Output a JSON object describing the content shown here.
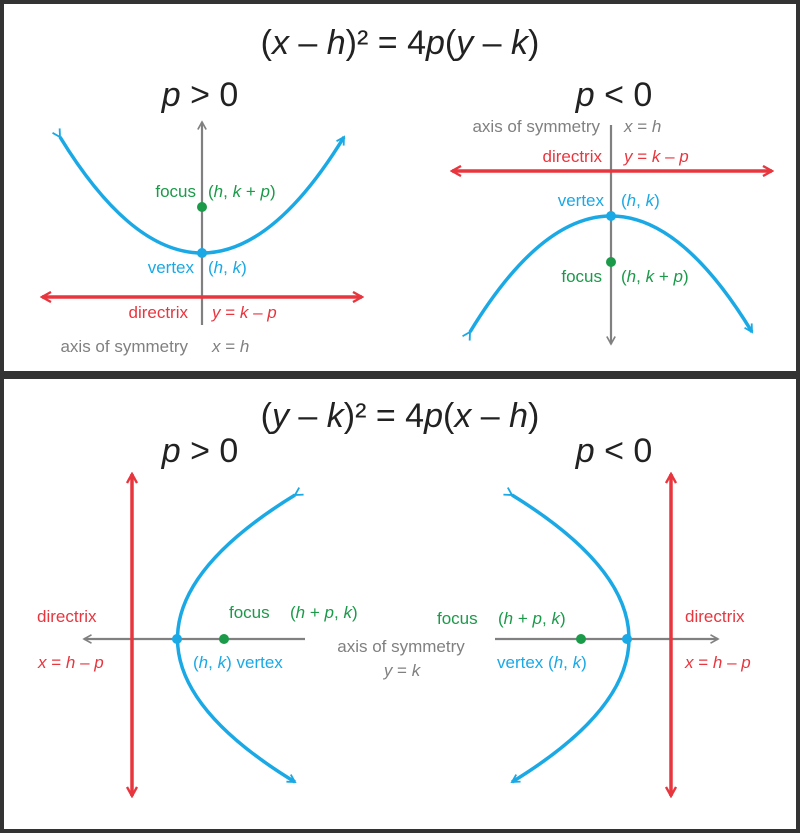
{
  "colors": {
    "parabola": "#1aa9e5",
    "directrix": "#e8363f",
    "axis": "#808080",
    "focus": "#1b9a4a",
    "frame": "#333333",
    "text": "#222222"
  },
  "top": {
    "equation": {
      "a": "(",
      "b": "x",
      "c": " – ",
      "d": "h",
      "e": ")² = 4",
      "f": "p",
      "g": "(",
      "h": "y",
      "i": " – ",
      "j": "k",
      "k": ")"
    },
    "left": {
      "case": {
        "var": "p",
        "rel": " > 0"
      },
      "focus_label": "focus",
      "focus_coord": {
        "a": "(",
        "b": "h",
        "c": ", ",
        "d": "k",
        "e": " + ",
        "f": "p",
        "g": ")"
      },
      "vertex_label": "vertex",
      "vertex_coord": {
        "a": "(",
        "b": "h",
        "c": ", ",
        "d": "k",
        "e": ")"
      },
      "directrix_label": "directrix",
      "directrix_eq": {
        "a": "y",
        "b": " = ",
        "c": "k",
        "d": " – ",
        "e": "p"
      },
      "axis_label": "axis of symmetry",
      "axis_eq": {
        "a": "x",
        "b": " = ",
        "c": "h"
      }
    },
    "right": {
      "case": {
        "var": "p",
        "rel": " < 0"
      },
      "axis_label": "axis of symmetry",
      "axis_eq": {
        "a": "x",
        "b": " = ",
        "c": "h"
      },
      "directrix_label": "directrix",
      "directrix_eq": {
        "a": "y",
        "b": " = ",
        "c": "k",
        "d": " – ",
        "e": "p"
      },
      "vertex_label": "vertex",
      "vertex_coord": {
        "a": "(",
        "b": "h",
        "c": ", ",
        "d": "k",
        "e": ")"
      },
      "focus_label": "focus",
      "focus_coord": {
        "a": "(",
        "b": "h",
        "c": ", ",
        "d": "k",
        "e": " + ",
        "f": "p",
        "g": ")"
      }
    }
  },
  "bottom": {
    "equation": {
      "a": "(",
      "b": "y",
      "c": " – ",
      "d": "k",
      "e": ")² = 4",
      "f": "p",
      "g": "(",
      "h": "x",
      "i": " – ",
      "j": "h",
      "k": ")"
    },
    "left": {
      "case": {
        "var": "p",
        "rel": " > 0"
      },
      "directrix_label": "directrix",
      "directrix_eq": {
        "a": "x",
        "b": " = ",
        "c": "h",
        "d": " – ",
        "e": "p"
      },
      "focus_label": "focus",
      "focus_coord": {
        "a": "(",
        "b": "h",
        "c": " + ",
        "d": "p",
        "e": ", ",
        "f": "k",
        "g": ")"
      },
      "vertex_coord": {
        "a": "(",
        "b": "h",
        "c": ", ",
        "d": "k",
        "e": ")"
      },
      "vertex_label": " vertex"
    },
    "axis_label": "axis of symmetry",
    "axis_eq": {
      "a": "y",
      "b": " = ",
      "c": "k"
    },
    "right": {
      "case": {
        "var": "p",
        "rel": " < 0"
      },
      "focus_label": "focus",
      "focus_coord": {
        "a": "(",
        "b": "h",
        "c": " + ",
        "d": "p",
        "e": ", ",
        "f": "k",
        "g": ")"
      },
      "vertex_label": "vertex ",
      "vertex_coord": {
        "a": "(",
        "b": "h",
        "c": ", ",
        "d": "k",
        "e": ")"
      },
      "directrix_label": "directrix",
      "directrix_eq": {
        "a": "x",
        "b": " = ",
        "c": "h",
        "d": " – ",
        "e": "p"
      }
    }
  }
}
